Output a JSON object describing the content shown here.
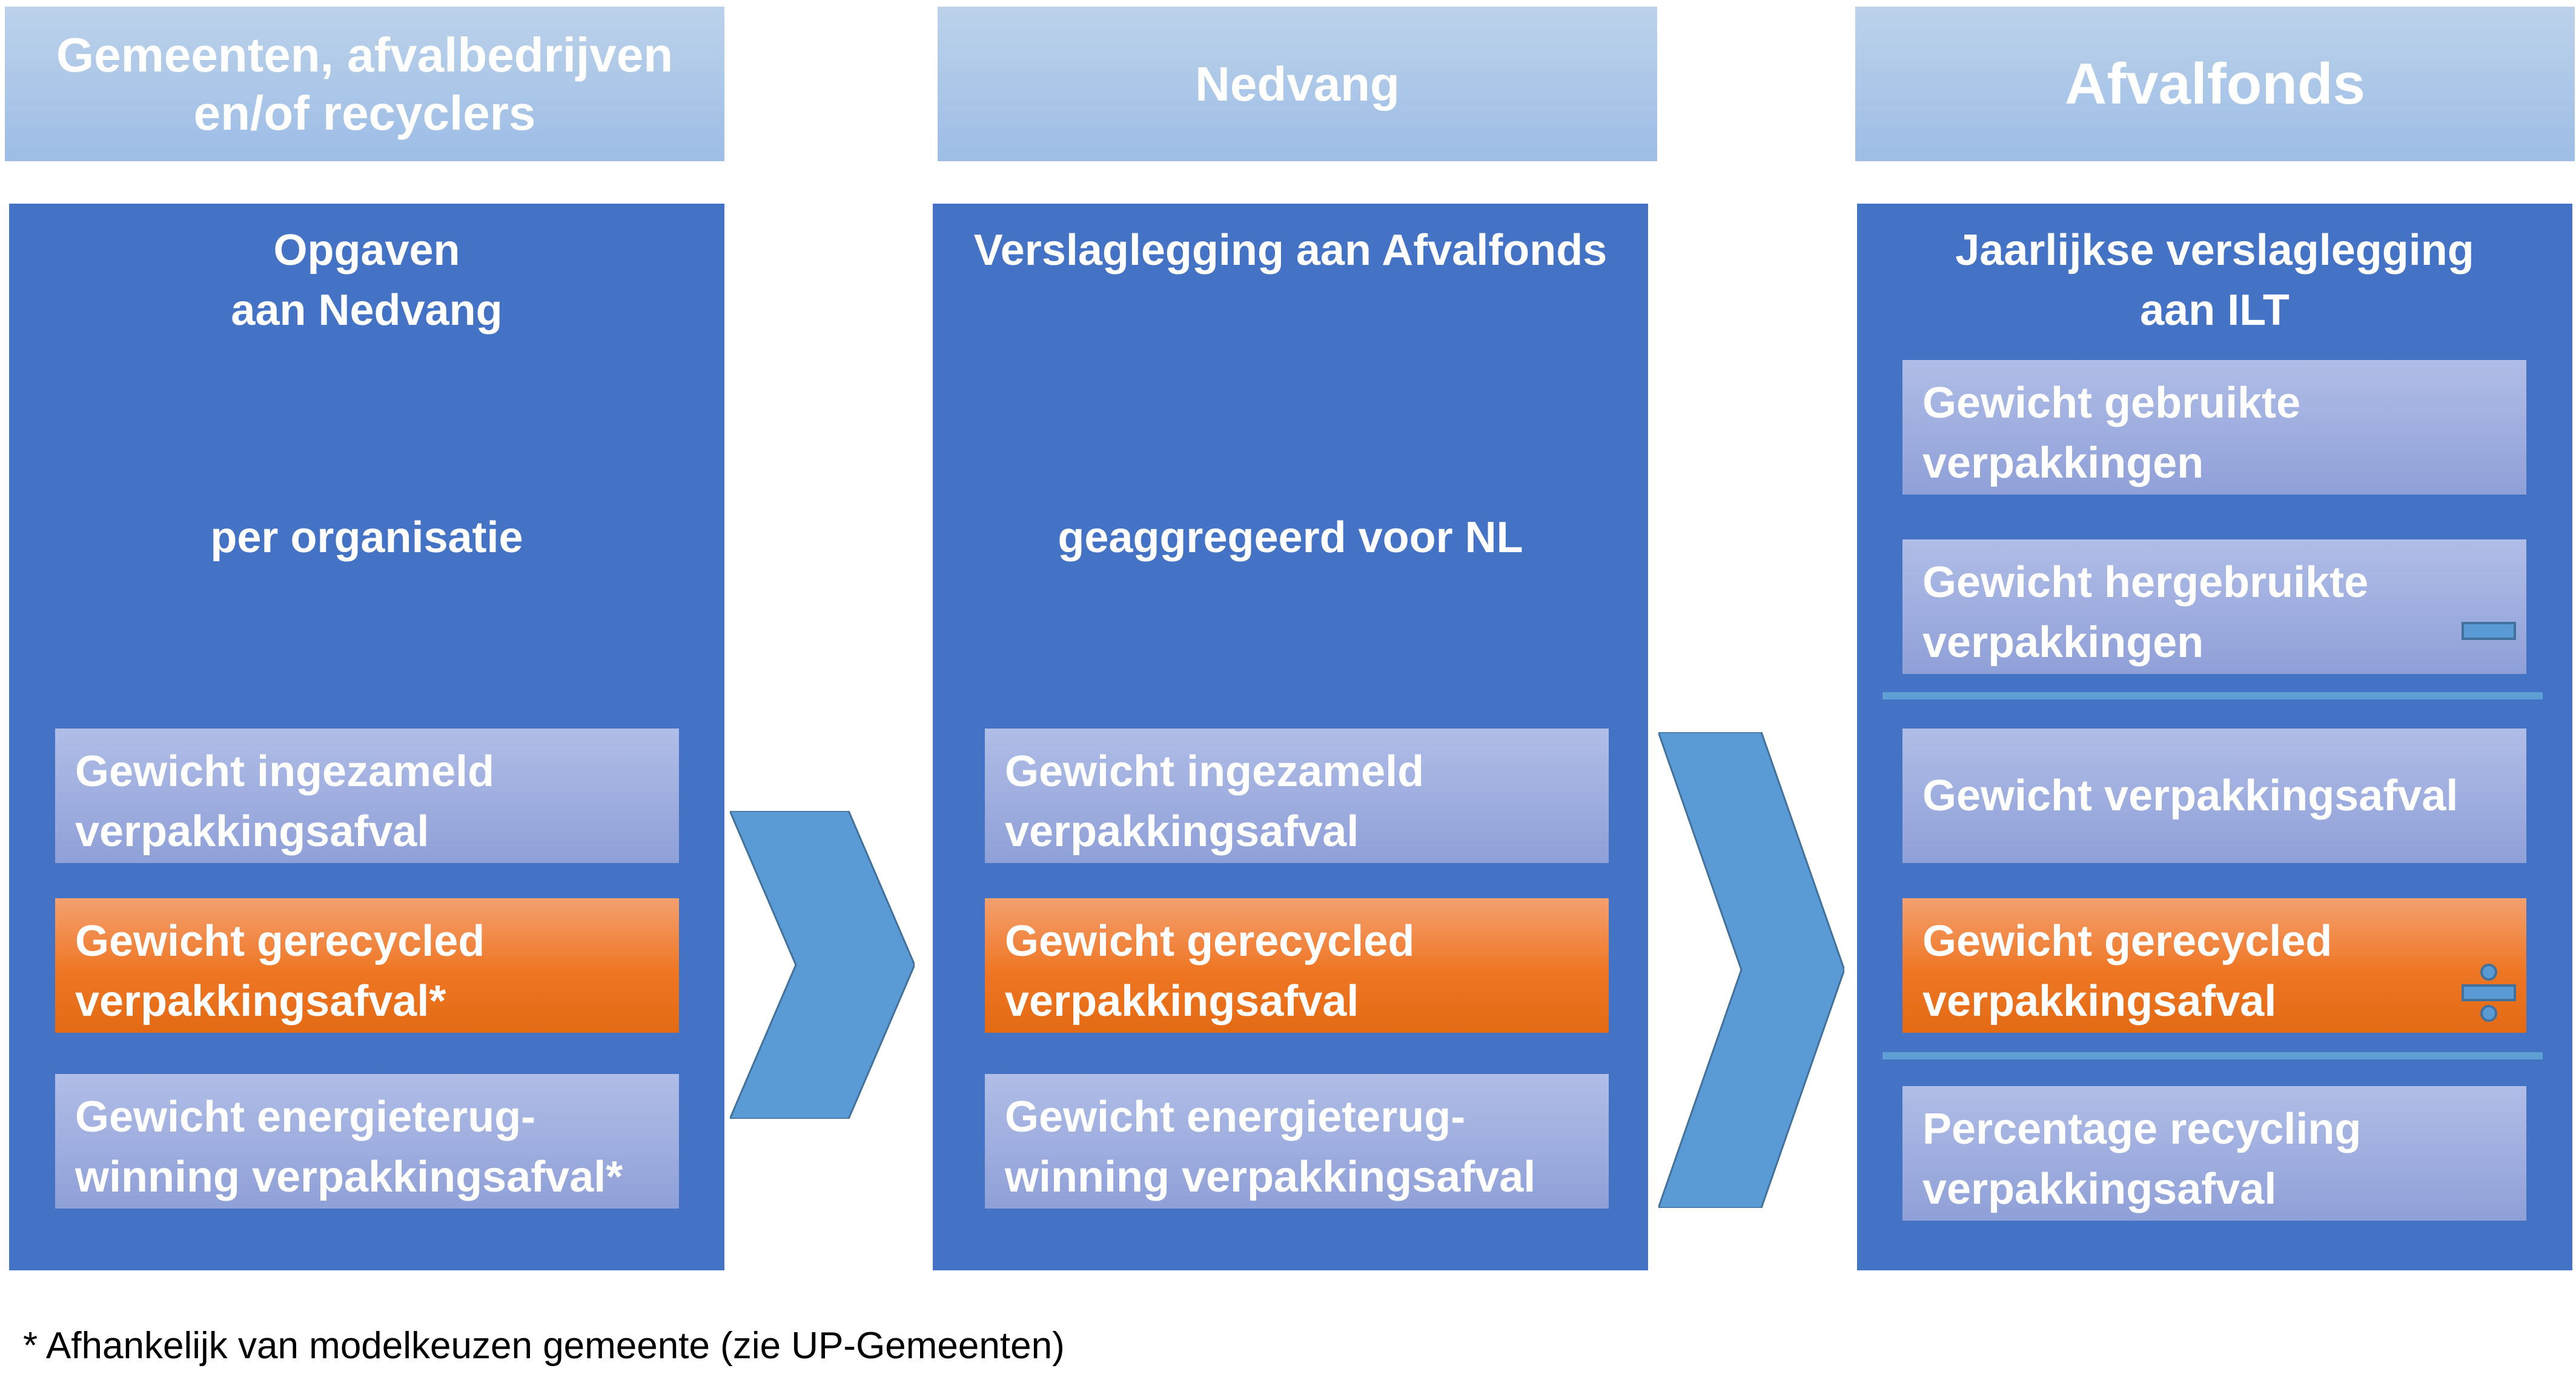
{
  "headers": {
    "col1": "Gemeenten, afvalbedrijven\nen/of recyclers",
    "col2": "Nedvang",
    "col3": "Afvalfonds"
  },
  "col1": {
    "title": "Opgaven\naan Nedvang",
    "subtitle": "per organisatie",
    "boxes": [
      "Gewicht ingezameld\nverpakkingsafval",
      "Gewicht gerecycled\nverpakkingsafval*",
      "Gewicht energieterug-\nwinning verpakkingsafval*"
    ]
  },
  "col2": {
    "title": "Verslaglegging aan Afvalfonds",
    "subtitle": "geaggregeerd voor NL",
    "boxes": [
      "Gewicht ingezameld\nverpakkingsafval",
      "Gewicht gerecycled\nverpakkingsafval",
      "Gewicht energieterug-\nwinning verpakkingsafval"
    ]
  },
  "col3": {
    "title": "Jaarlijkse verslaglegging\naan ILT",
    "boxes": [
      "Gewicht gebruikte\nverpakkingen",
      "Gewicht hergebruikte\nverpakkingen",
      "Gewicht verpakkingsafval",
      "Gewicht gerecycled\nverpakkingsafval",
      "Percentage recycling\nverpakkingsafval"
    ]
  },
  "footnote": "* Afhankelijk van modelkeuzen gemeente (zie UP-Gemeenten)",
  "colors": {
    "column": "#4472c4",
    "header": "#9dbde6",
    "box": "#8fa0d8",
    "highlight": "#ee7623",
    "arrow": "#5b9bd5"
  },
  "icons": [
    "minus-icon",
    "divide-icon",
    "chevron-right-icon"
  ]
}
